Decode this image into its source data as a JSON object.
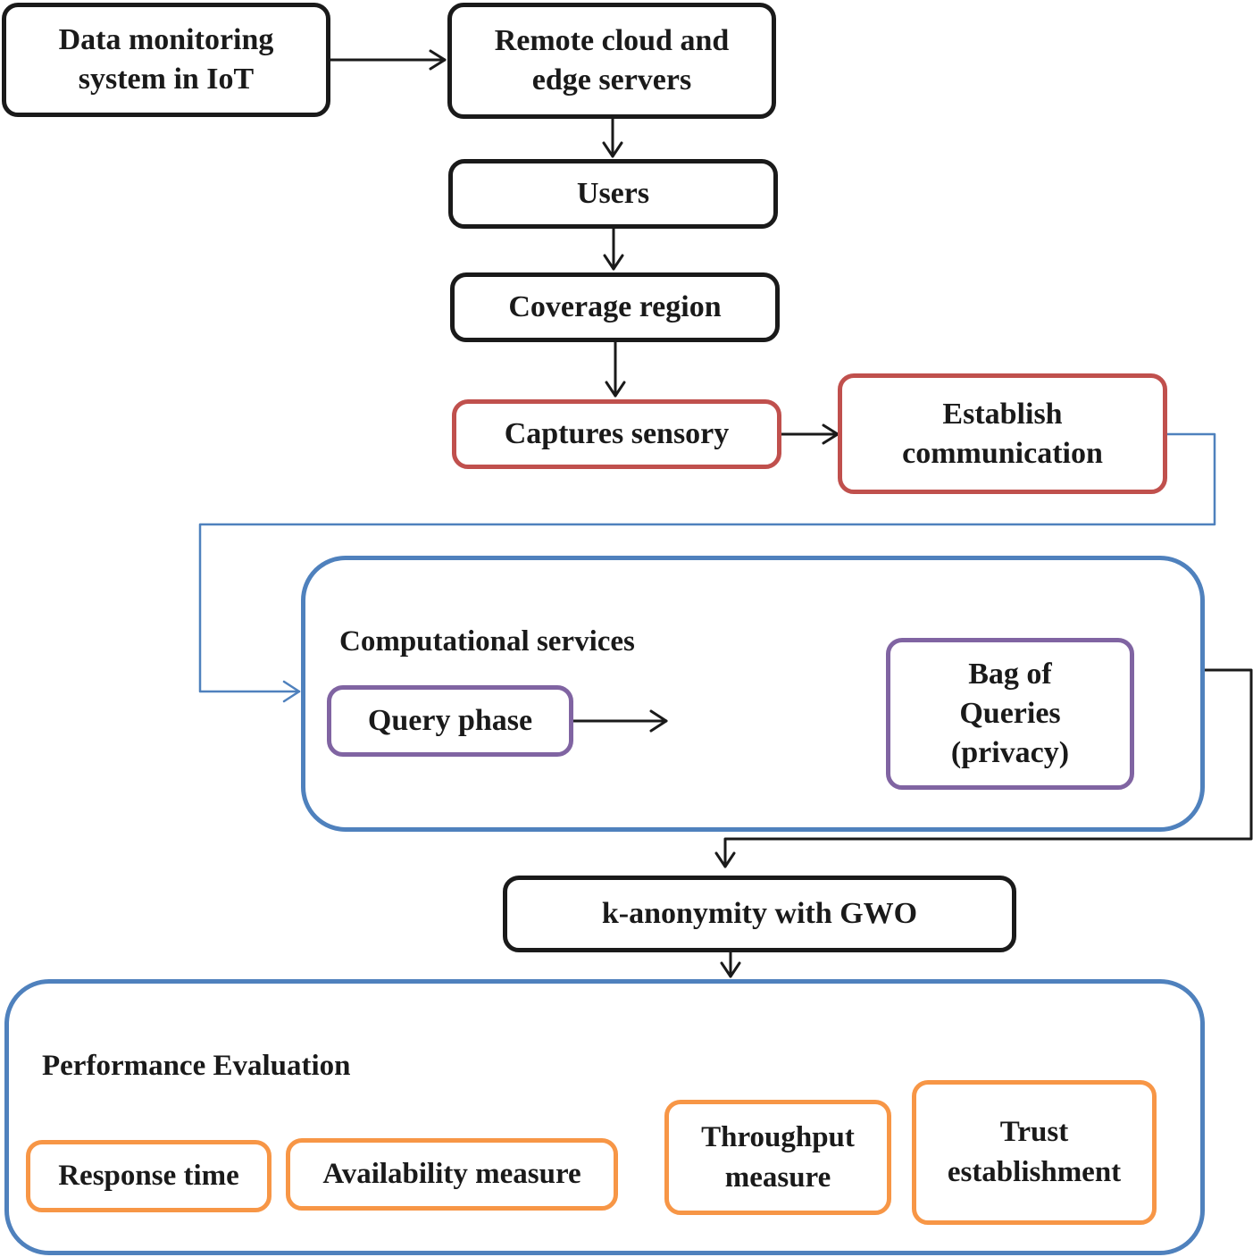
{
  "nodes": {
    "data_monitoring": "Data monitoring\nsystem in IoT",
    "remote_cloud": "Remote cloud and\nedge servers",
    "users": "Users",
    "coverage_region": "Coverage region",
    "captures_sensory": "Captures sensory",
    "establish_communication": "Establish\ncommunication",
    "query_phase": "Query phase",
    "bag_of_queries": "Bag of\nQueries\n(privacy)",
    "k_anonymity": "k-anonymity with GWO",
    "response_time": "Response time",
    "availability_measure": "Availability measure",
    "throughput_measure": "Throughput\nmeasure",
    "trust_establishment": "Trust\nestablishment"
  },
  "groups": {
    "computational_services": "Computational services",
    "performance_evaluation": "Performance Evaluation"
  },
  "colors": {
    "black_border": "#1a1a1a",
    "red_border": "#c0504d",
    "purple_border": "#8064a2",
    "orange_border": "#f79646",
    "blue_border": "#4f81bd"
  }
}
